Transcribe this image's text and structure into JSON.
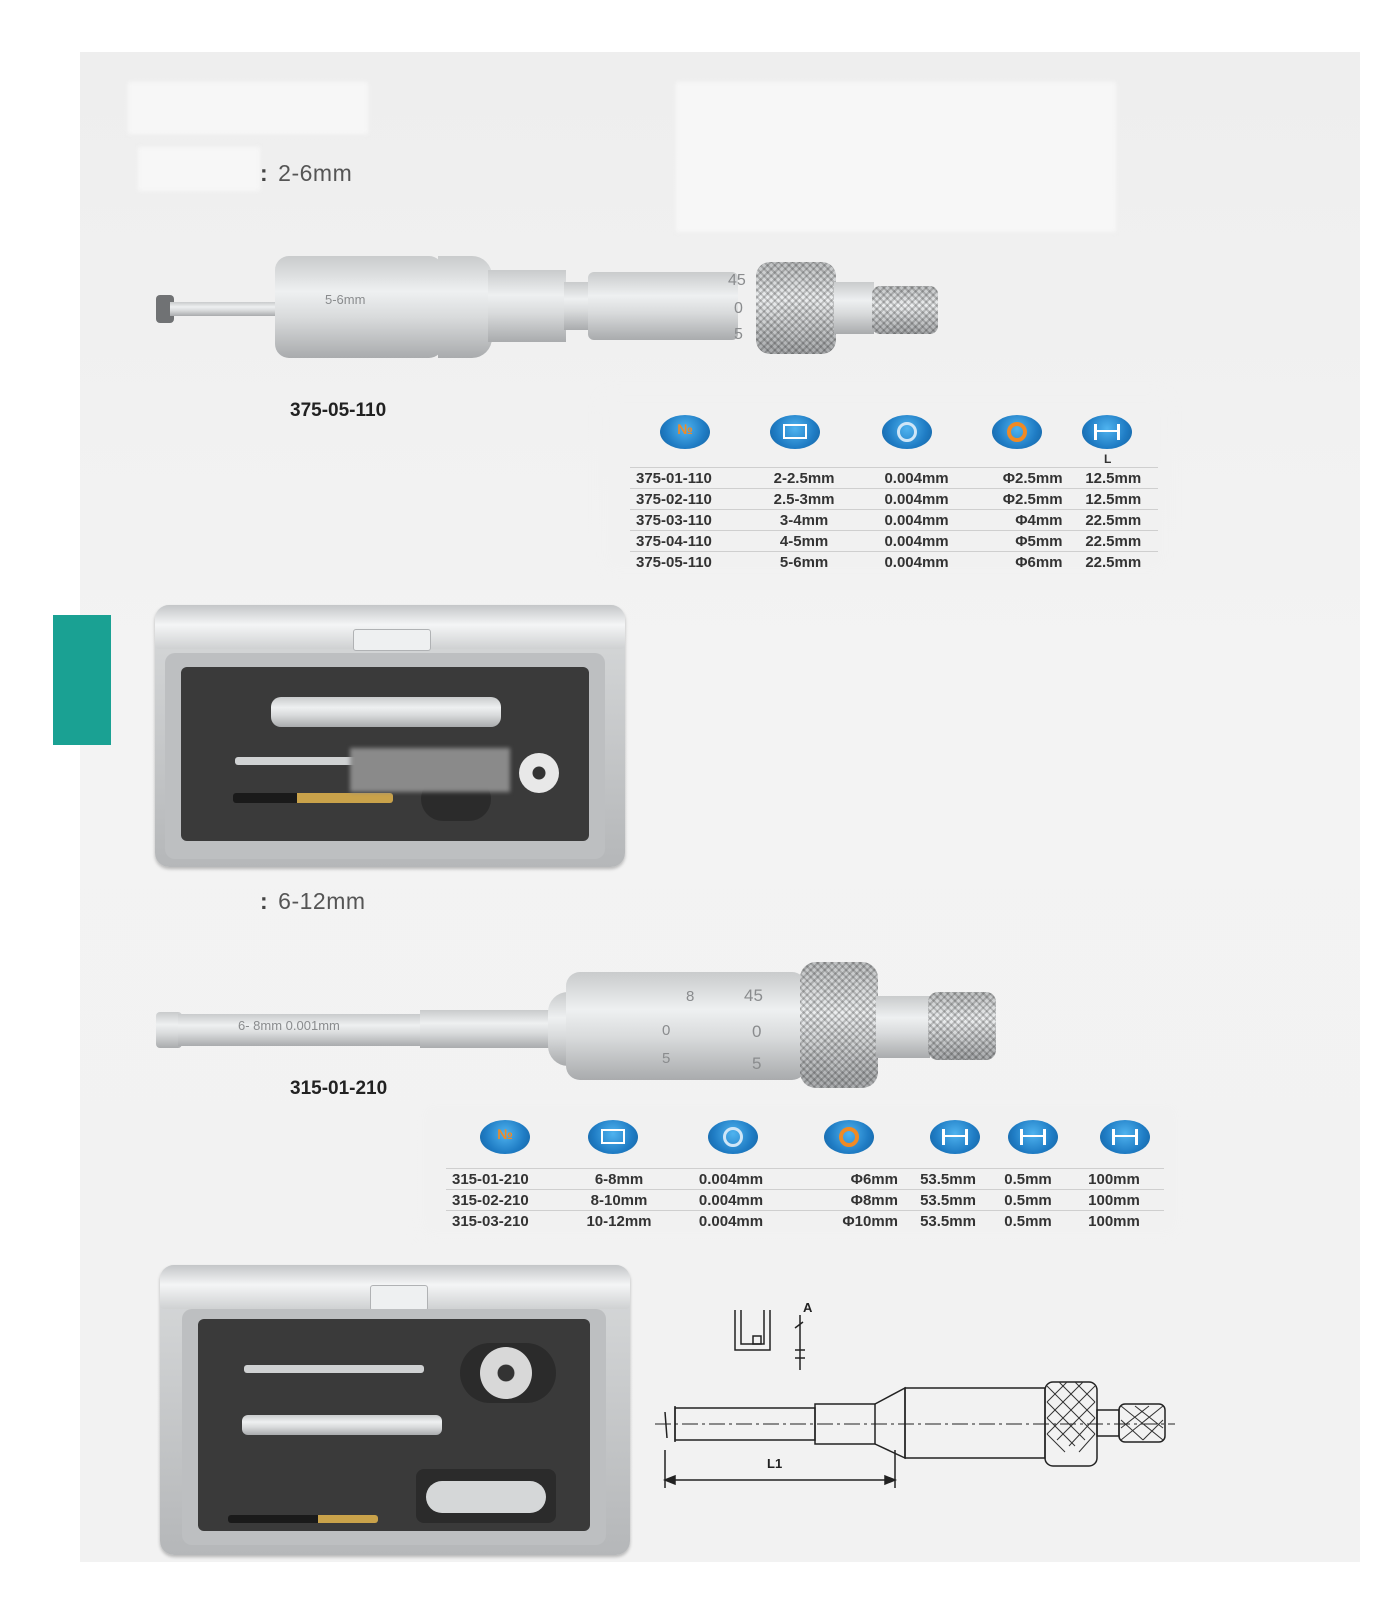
{
  "section1": {
    "range": "2-6mm",
    "model_label": "375-05-110",
    "instrument_engraving": "5-6mm",
    "thimble_scale": [
      "45",
      "0",
      "5"
    ],
    "table": {
      "sub_header": "L",
      "rows": [
        [
          "375-01-110",
          "2-2.5mm",
          "0.004mm",
          "Φ2.5mm",
          "12.5mm"
        ],
        [
          "375-02-110",
          "2.5-3mm",
          "0.004mm",
          "Φ2.5mm",
          "12.5mm"
        ],
        [
          "375-03-110",
          "3-4mm",
          "0.004mm",
          "Φ4mm",
          "22.5mm"
        ],
        [
          "375-04-110",
          "4-5mm",
          "0.004mm",
          "Φ5mm",
          "22.5mm"
        ],
        [
          "375-05-110",
          "5-6mm",
          "0.004mm",
          "Φ6mm",
          "22.5mm"
        ]
      ]
    }
  },
  "section2": {
    "range": "6-12mm",
    "model_label": "315-01-210",
    "instrument_engraving": "6- 8mm    0.001mm",
    "thimble_scale": [
      "45",
      "0",
      "5"
    ],
    "sleeve_scale": [
      "8",
      "0",
      "5"
    ],
    "table": {
      "rows": [
        [
          "315-01-210",
          "6-8mm",
          "0.004mm",
          "Φ6mm",
          "53.5mm",
          "0.5mm",
          "100mm"
        ],
        [
          "315-02-210",
          "8-10mm",
          "0.004mm",
          "Φ8mm",
          "53.5mm",
          "0.5mm",
          "100mm"
        ],
        [
          "315-03-210",
          "10-12mm",
          "0.004mm",
          "Φ10mm",
          "53.5mm",
          "0.5mm",
          "100mm"
        ]
      ]
    }
  },
  "drawing": {
    "label_a": "A",
    "label_l1": "L1"
  },
  "colors": {
    "accent_tab": "#1aa193",
    "icon_blue": "#1f7cc4",
    "icon_orange": "#f08a24"
  },
  "icons": {
    "table1": [
      "number-icon",
      "scale-icon",
      "graduation-icon",
      "ring-gauge-icon",
      "length-icon"
    ],
    "table2": [
      "number-icon",
      "scale-icon",
      "graduation-icon",
      "ring-gauge-icon",
      "length-icon",
      "length-icon",
      "length-icon"
    ]
  }
}
